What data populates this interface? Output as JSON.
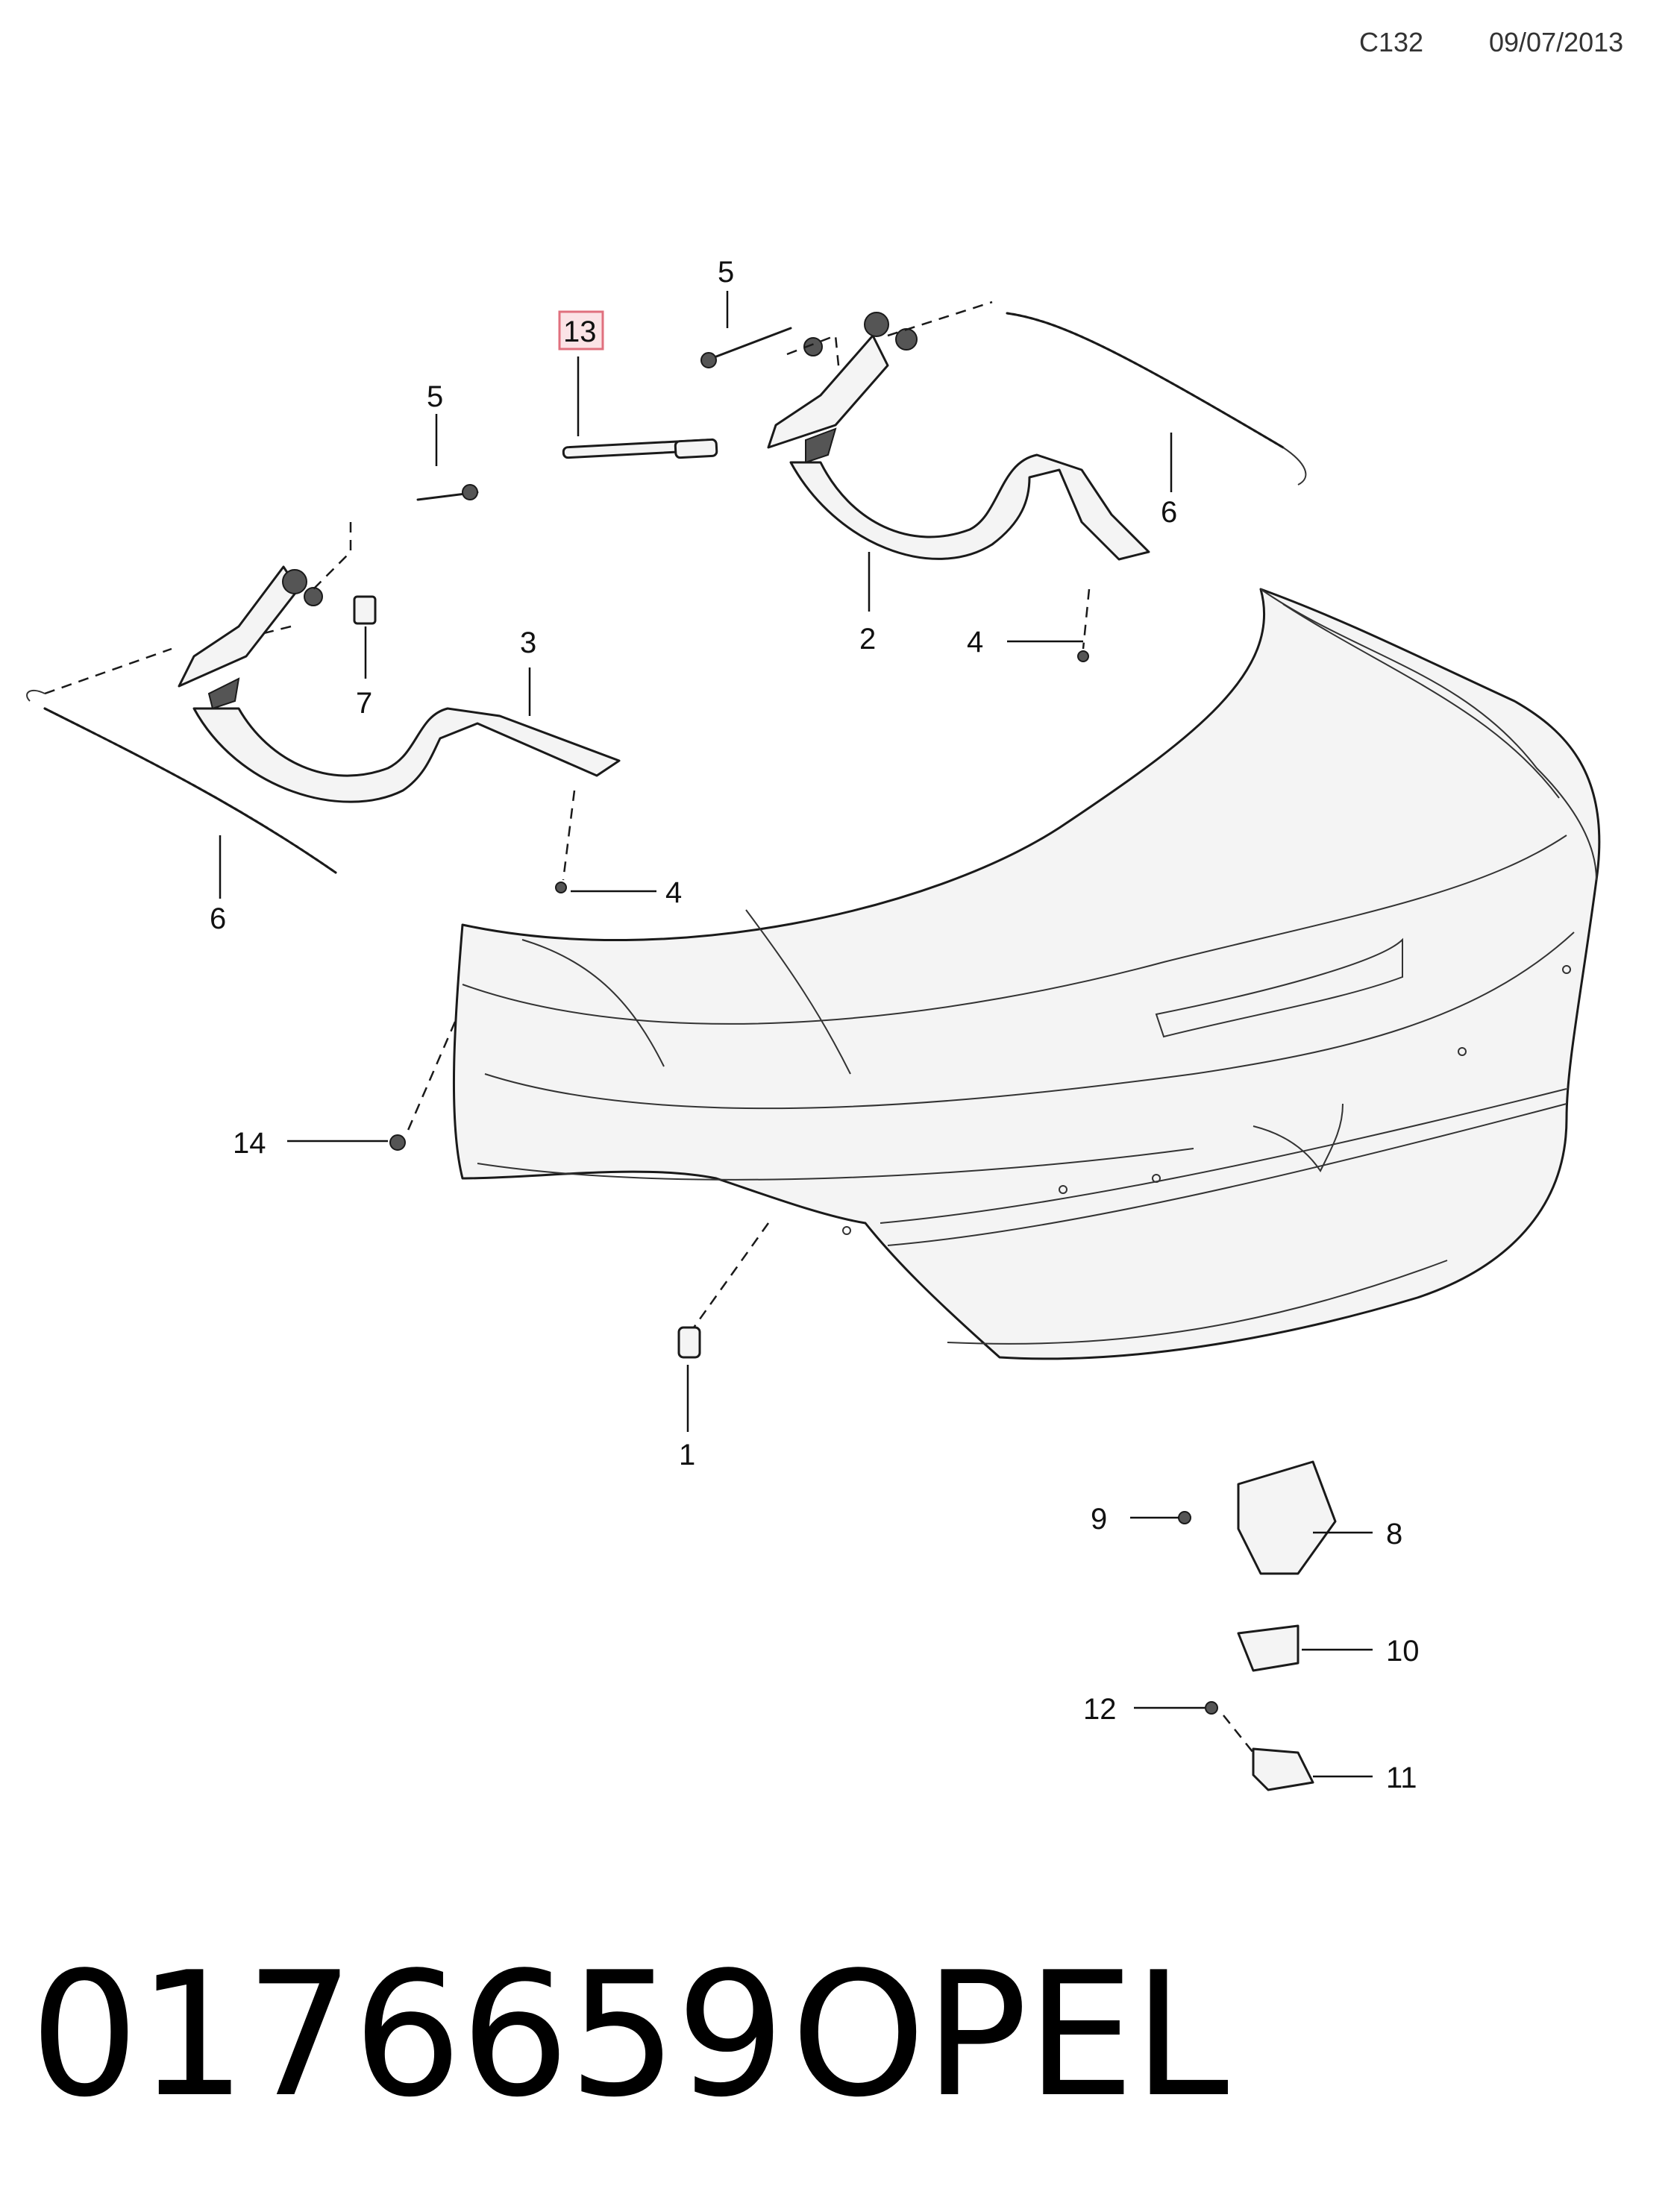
{
  "header": {
    "code": "C132",
    "date": "09/07/2013"
  },
  "highlighted_callout": "13",
  "callouts": [
    {
      "id": "c5a",
      "label": "5"
    },
    {
      "id": "c13",
      "label": "13"
    },
    {
      "id": "c5b",
      "label": "5"
    },
    {
      "id": "c6a",
      "label": "6"
    },
    {
      "id": "c2",
      "label": "2"
    },
    {
      "id": "c4a",
      "label": "4"
    },
    {
      "id": "c3",
      "label": "3"
    },
    {
      "id": "c7",
      "label": "7"
    },
    {
      "id": "c6b",
      "label": "6"
    },
    {
      "id": "c4b",
      "label": "4"
    },
    {
      "id": "c14",
      "label": "14"
    },
    {
      "id": "c1",
      "label": "1"
    },
    {
      "id": "c9",
      "label": "9"
    },
    {
      "id": "c8",
      "label": "8"
    },
    {
      "id": "c10",
      "label": "10"
    },
    {
      "id": "c12",
      "label": "12"
    },
    {
      "id": "c11",
      "label": "11"
    }
  ],
  "footer": {
    "part_number": "0176659",
    "brand": "OPEL"
  }
}
